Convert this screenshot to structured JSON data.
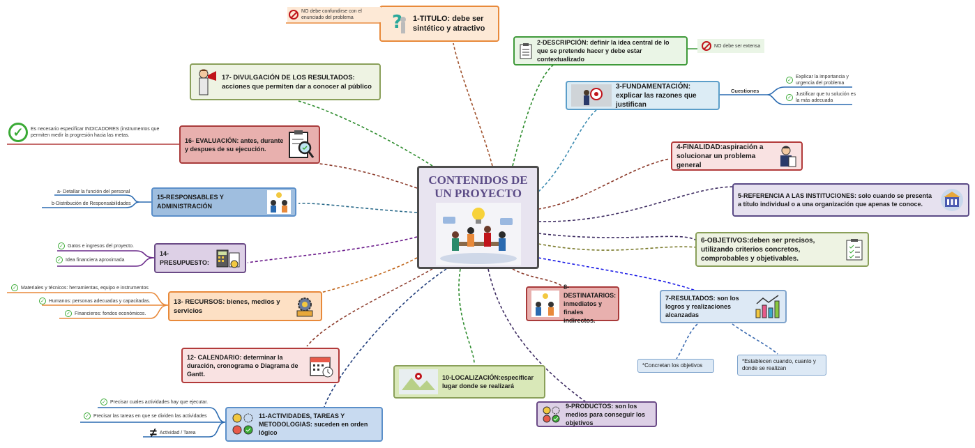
{
  "center": {
    "title": "CONTENIDOS DE UN PROYECTO"
  },
  "nodes": {
    "n1": "1-TITULO: debe ser sintético y atractivo",
    "n2": "2-DESCRIPCIÓN: definir la idea central de lo que se pretende hacer y debe estar contextualizado",
    "n3": "3-FUNDAMENTACIÓN:   explicar las razones que justifican",
    "n4": "4-FINALIDAD:aspiración a solucionar un problema general",
    "n5": "5-REFERENCIA A LAS INSTITUCIONES: solo cuando se presenta a título individual o a una organización que apenas te conoce.",
    "n6": "6-OBJETIVOS:deben ser precisos, utilizando criterios concretos, comprobables y objetivables.",
    "n7": "7-RESULTADOS: son los logros y realizaciones alcanzadas",
    "n8": "8-DESTINATARIOS: inmediatos y finales indirectos.",
    "n9": "9-PRODUCTOS: son los medios para conseguir los objetivos",
    "n10": "10-LOCALIZACIÓN:especificar lugar donde se realizará",
    "n11": "11-ACTIVIDADES, TAREAS Y METODOLOGIAS: suceden en orden lógico",
    "n12": "12- CALENDARIO: determinar la duración, cronograma o Diagrama de Gantt.",
    "n13": "13- RECURSOS: bienes, medios y servicios",
    "n14": "14-PRESUPUESTO:",
    "n15": "15-RESPONSABLES Y ADMINISTRACIÓN",
    "n16": "16- EVALUACIÓN: antes, durante y despues de su ejecución.",
    "n17": "17- DIVULGACIÓN DE LOS RESULTADOS: acciones que permiten dar a conocer al público"
  },
  "notes": {
    "titulo_no": "NO debe confundirse con el enunciado del problema",
    "descripcion_no": "NO debe ser extensa",
    "cuestiones": "Cuestiones",
    "fund_1": "Explicar la importancia y urgencia del problema",
    "fund_2": "Justificar que tu solución es la más adecuada",
    "evaluacion": "Es necesario especificar INDICADORES (instrumentos que permiten medir la progresión hacia las metas.",
    "resp_a": "a- Detallar la función del personal",
    "resp_b": "b-Distribución de Responsabilidades",
    "pres_1": "Gatos e ingresos del proyecto.",
    "pres_2": "Idea financiera aproximada",
    "rec_1": "Materiales y técnicos: herramientas, equipo e instrumentos",
    "rec_2": "Humanos: personas adecuadas y capacitadas.",
    "rec_3": "Financieros: fondos económicos.",
    "act_1": "Precisar cuales actividades hay que ejecutar.",
    "act_2": "Precisar las tareas en que se dividen las actividades",
    "act_3": "Actividad / Tarea",
    "res_1": "*Concretan los objetivos",
    "res_2": "*Establecen cuando, cuanto y donde se realizan"
  },
  "colors": {
    "orange": "#e8893a",
    "green": "#3f9a3a",
    "blue": "#5b8fc9",
    "red": "#b23a3a",
    "purple": "#4e3a7a",
    "olive": "#8aa05a",
    "darkblue": "#1f3c7a"
  }
}
